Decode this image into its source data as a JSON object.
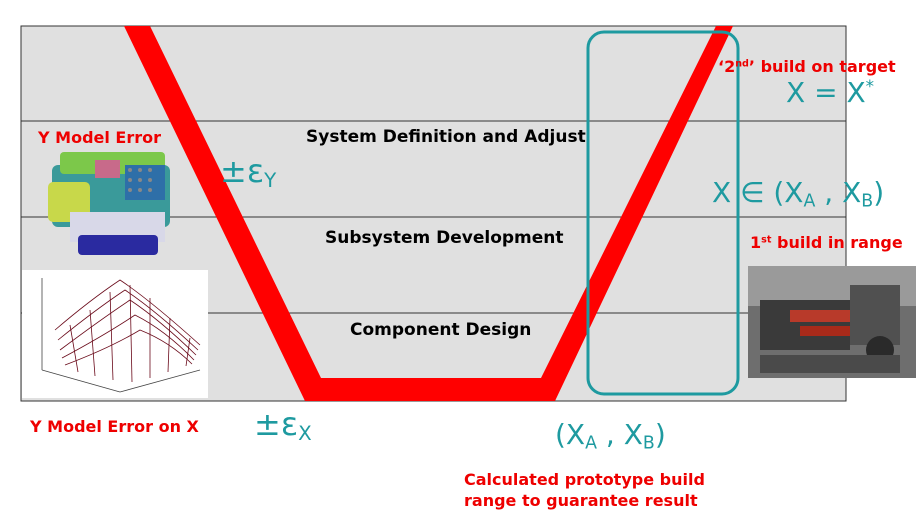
{
  "levels": {
    "system": "System Definition and Adjust",
    "subsystem": "Subsystem Development",
    "component": "Component Design"
  },
  "left": {
    "model_error_label": "Y Model Error",
    "model_error_on_x": "Y Model Error on X",
    "eps_y_prefix": "±ε",
    "eps_y_sub": "Y",
    "eps_x_prefix": "±ε",
    "eps_x_sub": "X"
  },
  "right": {
    "second_build_open": "‘2",
    "second_build_sup": "nd",
    "second_build_rest": "’ build on target",
    "target_eq": "X = X",
    "target_sup": "*",
    "range_x": "X ∈ (X",
    "range_a": "A",
    "range_comma": " , X",
    "range_b": "B",
    "range_close": ")",
    "first_build_num": "1",
    "first_build_sup": "st",
    "first_build_rest": " build in range"
  },
  "bottom": {
    "xab_open": "(X",
    "xab_a": "A",
    "xab_comma": " , X",
    "xab_b": "B",
    "xab_close": ")",
    "calc_line1": "Calculated prototype build",
    "calc_line2": "range to guarantee result"
  },
  "colors": {
    "v_curve": "#ff0000",
    "teal": "#1e9aa0",
    "band_fill": "#e0e0e0",
    "red_text": "#ee0000"
  },
  "icons": {
    "engine_model": "engine-cad-icon",
    "surface_plot": "surface-plot-icon",
    "engine_photo": "engine-photo-icon"
  }
}
